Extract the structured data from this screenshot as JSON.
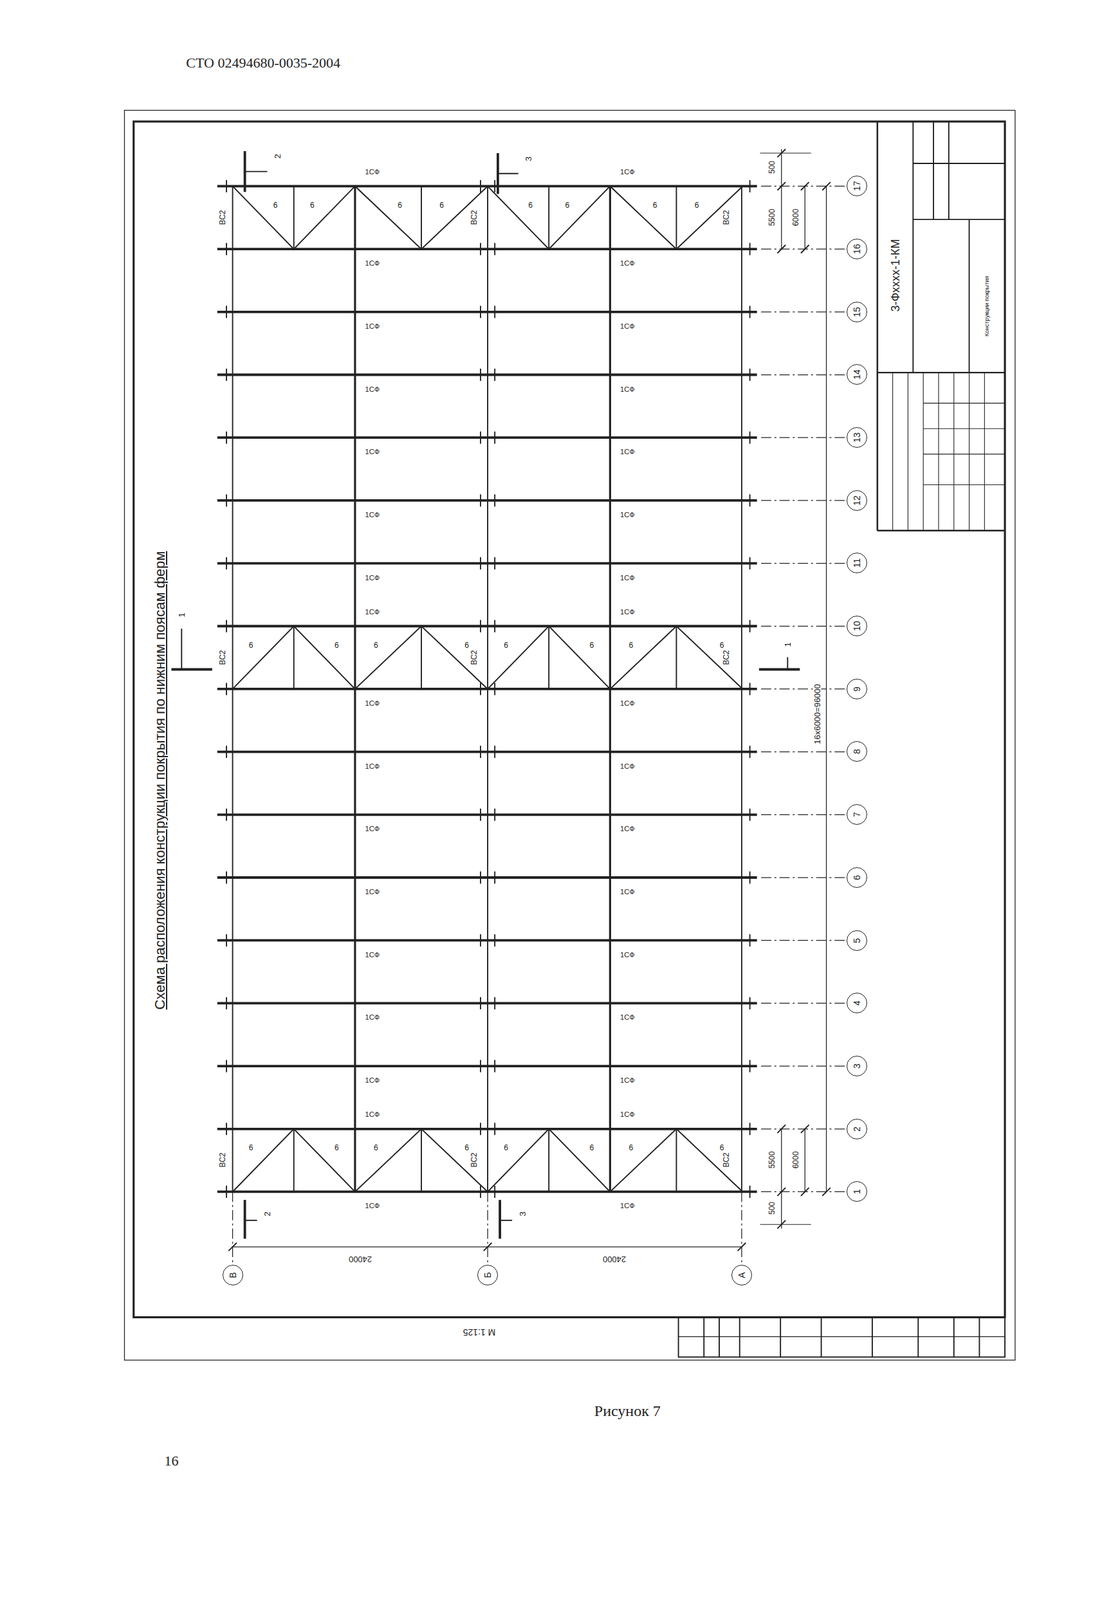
{
  "diagram": {
    "title": "Схема расположения конструкции покрытия по нижним поясам ферм",
    "caption": "Рисунок 7",
    "nodes": [
      {
        "text": [
          "17"
        ]
      },
      {
        "text": [
          "16"
        ]
      },
      {
        "text": [
          "15"
        ]
      },
      {
        "text": [
          "14"
        ]
      },
      {
        "text": [
          "13"
        ]
      },
      {
        "text": [
          "12"
        ]
      },
      {
        "text": [
          "11"
        ]
      },
      {
        "text": [
          "10"
        ]
      },
      {
        "text": [
          "9"
        ]
      },
      {
        "text": [
          "8"
        ]
      },
      {
        "text": [
          "7"
        ]
      },
      {
        "text": [
          "6"
        ]
      },
      {
        "text": [
          "5"
        ]
      },
      {
        "text": [
          "4"
        ]
      },
      {
        "text": [
          "3"
        ]
      },
      {
        "text": [
          "2"
        ]
      },
      {
        "text": [
          "1"
        ]
      },
      {
        "text": [
          "В"
        ]
      },
      {
        "text": [
          "Б"
        ]
      },
      {
        "text": [
          "А"
        ]
      }
    ],
    "labels": [
      "СТО 02494680-0035-2004",
      "16",
      "3-Фxxxx-1-КМ",
      "Конструкции покрытия",
      "М 1:125",
      "24000",
      "24000",
      "16x6000=96000",
      "500",
      "5500",
      "6000",
      "5500",
      "6000",
      "500",
      "2",
      "3",
      "1",
      "1",
      "2",
      "3",
      "ВС2",
      "ВС2",
      "ВС2",
      "ВС2",
      "ВС2",
      "ВС2",
      "ВС2",
      "ВС2",
      "ВС2",
      "6",
      "6",
      "6",
      "6",
      "6",
      "6",
      "6",
      "6",
      "6",
      "6",
      "6",
      "6",
      "6",
      "6",
      "6",
      "6",
      "6",
      "6",
      "6",
      "6",
      "6",
      "6",
      "6",
      "6",
      "1СФ",
      "1СФ",
      "1СФ",
      "1СФ",
      "1СФ",
      "1СФ",
      "1СФ",
      "1СФ",
      "1СФ",
      "1СФ",
      "1СФ",
      "1СФ",
      "1СФ",
      "1СФ",
      "1СФ",
      "1СФ",
      "1СФ",
      "1СФ",
      "1СФ",
      "1СФ",
      "1СФ",
      "1СФ",
      "1СФ",
      "1СФ",
      "1СФ",
      "1СФ",
      "1СФ",
      "1СФ",
      "1СФ",
      "1СФ",
      "1СФ",
      "1СФ",
      "1СФ",
      "1СФ"
    ]
  }
}
